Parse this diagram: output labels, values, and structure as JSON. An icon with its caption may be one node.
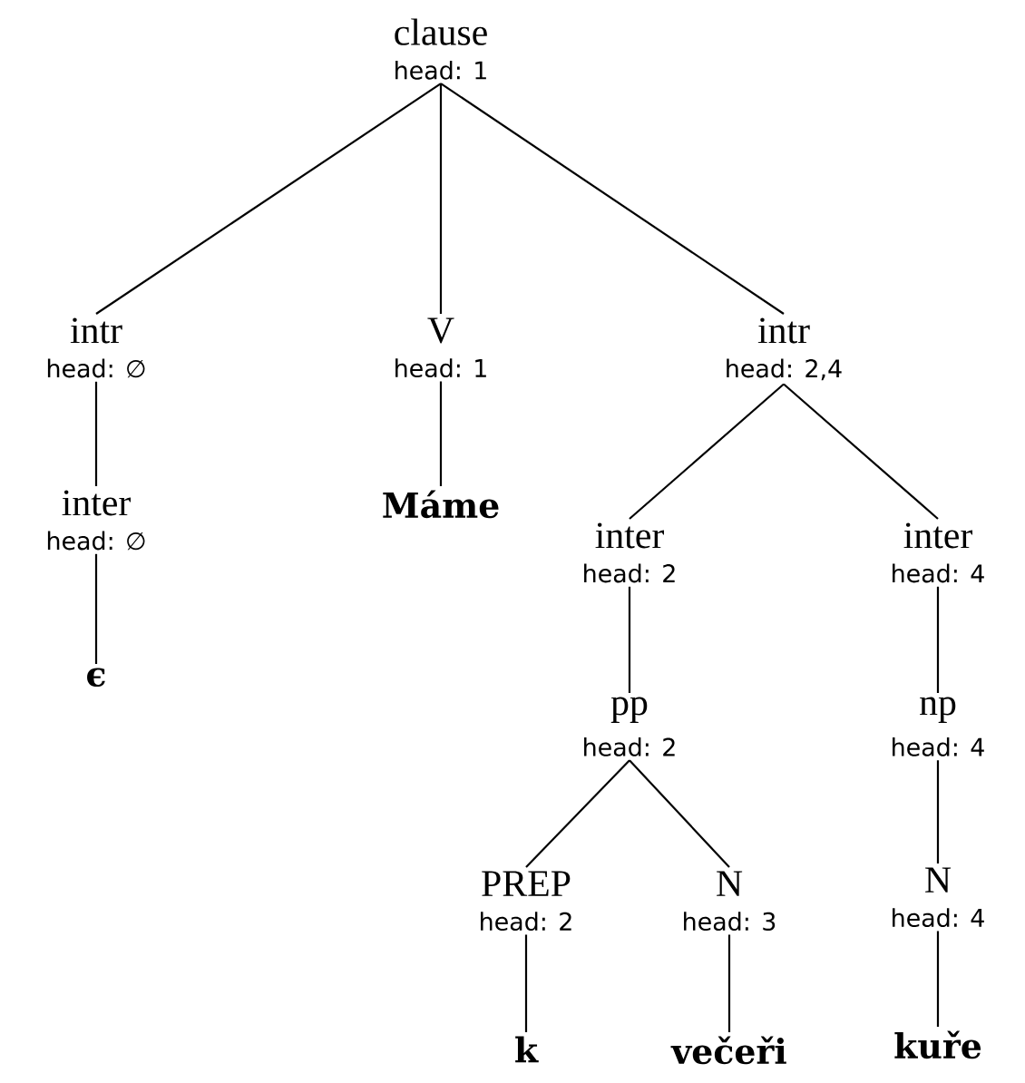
{
  "diagram": {
    "nodes": [
      {
        "text": [
          "clause",
          "head: 1"
        ]
      },
      {
        "text": [
          "intr",
          "head: ∅"
        ]
      },
      {
        "text": [
          "V",
          "head: 1"
        ]
      },
      {
        "text": [
          "intr",
          "head: 2,4"
        ]
      },
      {
        "text": [
          "inter",
          "head: ∅"
        ]
      },
      {
        "text": [
          "Máme"
        ]
      },
      {
        "text": [
          "inter",
          "head: 2"
        ]
      },
      {
        "text": [
          "inter",
          "head: 4"
        ]
      },
      {
        "text": [
          "ϵ"
        ]
      },
      {
        "text": [
          "pp",
          "head: 2"
        ]
      },
      {
        "text": [
          "np",
          "head: 4"
        ]
      },
      {
        "text": [
          "PREP",
          "head: 2"
        ]
      },
      {
        "text": [
          "N",
          "head: 3"
        ]
      },
      {
        "text": [
          "N",
          "head: 4"
        ]
      },
      {
        "text": [
          "k"
        ]
      },
      {
        "text": [
          "večeři"
        ]
      },
      {
        "text": [
          "kuře"
        ]
      }
    ],
    "edges": [
      {
        "from": 0,
        "to": 1,
        "arrow": "none"
      },
      {
        "from": 0,
        "to": 2,
        "arrow": "none"
      },
      {
        "from": 0,
        "to": 3,
        "arrow": "none"
      },
      {
        "from": 1,
        "to": 4,
        "arrow": "none"
      },
      {
        "from": 2,
        "to": 5,
        "arrow": "none"
      },
      {
        "from": 3,
        "to": 6,
        "arrow": "none"
      },
      {
        "from": 3,
        "to": 7,
        "arrow": "none"
      },
      {
        "from": 4,
        "to": 8,
        "arrow": "none"
      },
      {
        "from": 6,
        "to": 9,
        "arrow": "none"
      },
      {
        "from": 7,
        "to": 10,
        "arrow": "none"
      },
      {
        "from": 9,
        "to": 11,
        "arrow": "none"
      },
      {
        "from": 9,
        "to": 12,
        "arrow": "none"
      },
      {
        "from": 10,
        "to": 13,
        "arrow": "none"
      },
      {
        "from": 11,
        "to": 14,
        "arrow": "none"
      },
      {
        "from": 12,
        "to": 15,
        "arrow": "none"
      },
      {
        "from": 13,
        "to": 16,
        "arrow": "none"
      }
    ]
  }
}
